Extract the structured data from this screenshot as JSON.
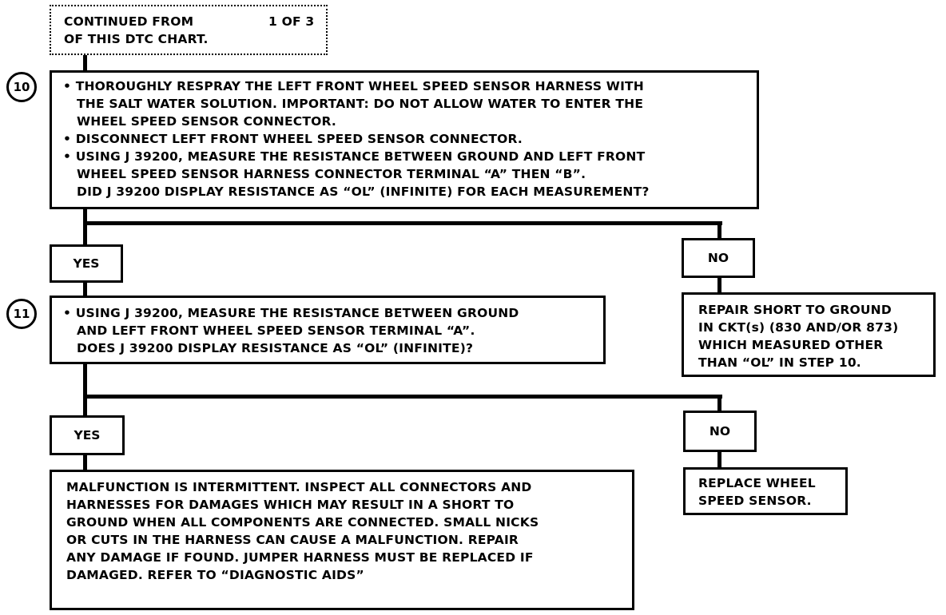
{
  "continued_box": {
    "lines": [
      "CONTINUED FROM",
      "OF THIS DTC CHART."
    ],
    "page_ref": "1 OF 3"
  },
  "step10": {
    "number": "10",
    "lines": [
      "• THOROUGHLY RESPRAY THE LEFT FRONT WHEEL SPEED SENSOR HARNESS WITH",
      "THE SALT WATER SOLUTION. IMPORTANT: DO NOT ALLOW WATER TO ENTER THE",
      "WHEEL SPEED SENSOR CONNECTOR.",
      "• DISCONNECT LEFT FRONT WHEEL SPEED SENSOR CONNECTOR.",
      "• USING J 39200, MEASURE THE RESISTANCE BETWEEN GROUND AND LEFT FRONT",
      "WHEEL SPEED SENSOR HARNESS CONNECTOR TERMINAL “A” THEN “B”.",
      "DID J 39200 DISPLAY RESISTANCE AS “OL” (INFINITE) FOR EACH MEASUREMENT?"
    ],
    "yes_label": "YES",
    "no_label": "NO",
    "no_result": [
      "REPAIR SHORT TO GROUND",
      "IN CKT(s) (830 AND/OR 873)",
      "WHICH MEASURED OTHER",
      "THAN “OL” IN STEP 10."
    ]
  },
  "step11": {
    "number": "11",
    "lines": [
      "• USING J 39200, MEASURE THE RESISTANCE BETWEEN GROUND",
      "AND LEFT FRONT WHEEL SPEED SENSOR TERMINAL “A”.",
      "DOES J 39200 DISPLAY RESISTANCE AS “OL” (INFINITE)?"
    ],
    "yes_label": "YES",
    "no_label": "NO",
    "yes_result": [
      "MALFUNCTION IS INTERMITTENT. INSPECT ALL CONNECTORS AND",
      "HARNESSES FOR DAMAGES WHICH MAY RESULT IN A SHORT TO",
      "GROUND WHEN ALL COMPONENTS ARE CONNECTED. SMALL NICKS",
      "OR CUTS IN THE HARNESS CAN CAUSE A MALFUNCTION. REPAIR",
      "ANY DAMAGE IF FOUND. JUMPER HARNESS MUST BE REPLACED IF",
      "DAMAGED. REFER TO “DIAGNOSTIC AIDS”"
    ],
    "no_result": [
      "REPLACE WHEEL",
      "SPEED SENSOR."
    ]
  }
}
